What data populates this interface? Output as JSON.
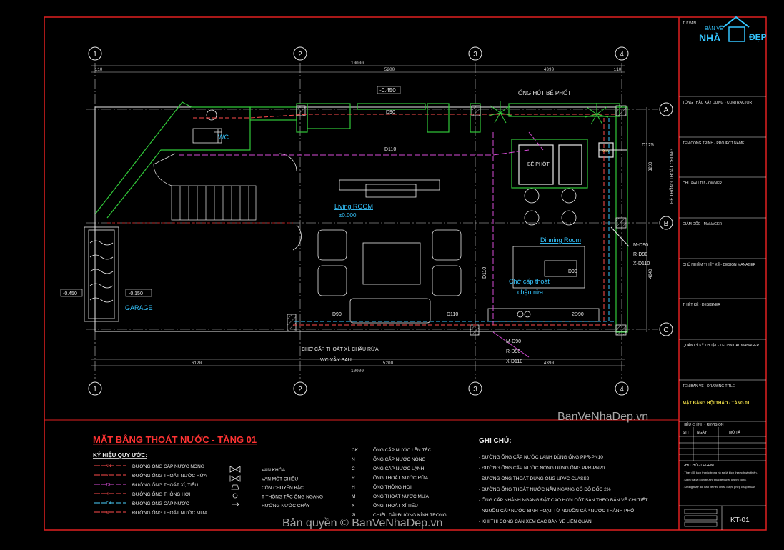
{
  "drawing": {
    "grid_top": [
      "1",
      "2",
      "3",
      "4"
    ],
    "grid_bottom": [
      "1",
      "2",
      "3",
      "4"
    ],
    "grid_right": [
      "A",
      "B",
      "C"
    ],
    "dims_top": [
      "110",
      "5200",
      "4390",
      "110"
    ],
    "dims_top_total": "10000",
    "dims_bottom": [
      "6120",
      "5200",
      "4390"
    ],
    "dims_bottom_total": "10000",
    "dims_right": [
      "D125",
      "3200",
      "4840"
    ],
    "level_top": "-0.450",
    "pipe_d90": "D90",
    "pipe_d110": "D110",
    "vent_label": "ỐNG HÚT BỂ PHỐT",
    "wc_label": "WC",
    "living_room": "Living ROOM",
    "living_level": "±0.000",
    "dining_room": "Dinning Room",
    "dining_note_1": "Chờ cấp thoát",
    "dining_note_2": "chậu rửa",
    "garage": "GARAGE",
    "garage_level_1": "-0.450",
    "garage_level_2": "-0.150",
    "septic": "BỂ PHỐT",
    "ga": "GA",
    "riser_right": [
      "M-D90",
      "R-D90",
      "X-D110"
    ],
    "riser_bottom": [
      "M-D90",
      "R-D90",
      "X-D110"
    ],
    "bottom_note_1": "CHỜ CẤP THOÁT XÍ, CHẬU RỬA",
    "bottom_note_2": "WC XÂY SAU",
    "vertical_system": "HỆ THỐNG THOÁT CHUNG",
    "d90_b": "D90",
    "d110_b": "D110",
    "d110_v": "D110",
    "d90_right": "D90",
    "d090": "2D90"
  },
  "legend": {
    "title": "MẶT BẰNG THOÁT NƯỚC - TẦNG 01",
    "symbols_heading": "KÝ HIỆU QUY ƯỚC:",
    "lines": [
      {
        "code": "NN",
        "label": "ĐƯỜNG ỐNG CẤP NƯỚC NÓNG",
        "color": "#ff4d4d"
      },
      {
        "code": "R",
        "label": "ĐƯỜNG ỐNG THOÁT NƯỚC RỬA",
        "color": "#ff4d4d"
      },
      {
        "code": "TX",
        "label": "ĐƯỜNG ỐNG THOÁT XÍ, TIỂU",
        "color": "#d64bd6"
      },
      {
        "code": "H",
        "label": "ĐƯỜNG ỐNG THÔNG HƠI",
        "color": "#ff4d4d"
      },
      {
        "code": "CN",
        "label": "ĐƯỜNG ỐNG CẤP NƯỚC",
        "color": "#4dd2ff"
      },
      {
        "code": "M",
        "label": "ĐƯỜNG ỐNG THOÁT NƯỚC MƯA",
        "color": "#ff4d4d"
      }
    ],
    "valves": [
      "VAN KHÓA",
      "VAN MỘT CHIỀU",
      "CÔN CHUYỂN BẬC",
      "T THÔNG TẮC ỐNG NGANG",
      "HƯỚNG NƯỚC CHẢY"
    ],
    "codes": [
      {
        "k": "CK",
        "v": "ỐNG CẤP NƯỚC LÊN TÉC"
      },
      {
        "k": "N",
        "v": "ỐNG CẤP NƯỚC NÓNG"
      },
      {
        "k": "C",
        "v": "ỐNG CẤP NƯỚC LẠNH"
      },
      {
        "k": "R",
        "v": "ỐNG THOÁT NƯỚC RỬA"
      },
      {
        "k": "H",
        "v": "ỐNG THÔNG HƠI"
      },
      {
        "k": "M",
        "v": "ỐNG THOÁT NƯỚC MƯA"
      },
      {
        "k": "X",
        "v": "ỐNG THOÁT XÍ TIỂU"
      },
      {
        "k": "Ø",
        "v": "CHIỀU DÀI ĐƯỜNG KÍNH TRONG"
      }
    ],
    "notes_heading": "GHI CHÚ:",
    "notes": [
      "- ĐƯỜNG ỐNG CẤP NƯỚC LẠNH DÙNG ỐNG PPR-PN10",
      "- ĐƯỜNG ỐNG CẤP NƯỚC NÓNG DÙNG ỐNG PPR-PN20",
      "- ĐƯỜNG ỐNG THOÁT DÙNG ỐNG UPVC-CLASS2",
      "- ĐƯỜNG ỐNG THOÁT NƯỚC NẰM NGANG CÓ ĐỘ DỐC 2%",
      "- ỐNG CẤP NHÁNH NGANG ĐẶT CAO HƠN CỐT SÀN THEO BẢN VẼ CHI TIẾT",
      "- NGUỒN CẤP NƯỚC SINH HOẠT TỪ NGUỒN CẤP NƯỚC THÀNH PHỐ",
      "- KHI THI CÔNG CẦN XEM CÁC BẢN VẼ LIÊN QUAN"
    ]
  },
  "titleblock": {
    "consultant": "TƯ VẤN",
    "logo_a": "BẢN VẼ",
    "logo_b": "NHÀ",
    "logo_c": "ĐẸP",
    "rows": [
      "TỔNG THẦU XÂY DỰNG - CONTRACTOR",
      "TÊN CÔNG TRÌNH - PROJECT NAME",
      "CHỦ ĐẦU TƯ - OWNER",
      "GIÁM ĐỐC - MANAGER",
      "CHỦ NHIỆM THIẾT KẾ - DESIGN MANAGER",
      "THIẾT KẾ - DESIGNER",
      "QUẢN LÝ KỸ THUẬT - TECHNICAL MANAGER",
      "TÊN BẢN VẼ - DRAWING TITLE"
    ],
    "drawing_title": "MẶT BẰNG HỘI THẢO - TẦNG 01",
    "revision": "HIỆU CHỈNH - REVISION",
    "rev_cols": [
      "STT",
      "NGÀY",
      "MÔ TẢ"
    ],
    "notes_head": "GHI CHÚ - LEGEND",
    "notes_lines": [
      "- Thay đổi kích thước trong hồ sơ là kích thước hoàn thiện.",
      "- Kiểm tra lại kích thước thực tế trước khi thi công.",
      "- Không thay đổi bản vẽ nếu chưa được phép chấp thuận"
    ],
    "sheet_no": "KT-01"
  },
  "watermarks": {
    "site": "BanVeNhaDep.vn",
    "copyright": "Bản quyền © BanVeNhaDep.vn"
  },
  "colors": {
    "frame": "#e02020",
    "wall": "#31c93a",
    "pipe_magenta": "#d64bd6",
    "cyan_text": "#35c6ff",
    "white": "#e8e8e8",
    "yellow": "#f3e24a"
  }
}
